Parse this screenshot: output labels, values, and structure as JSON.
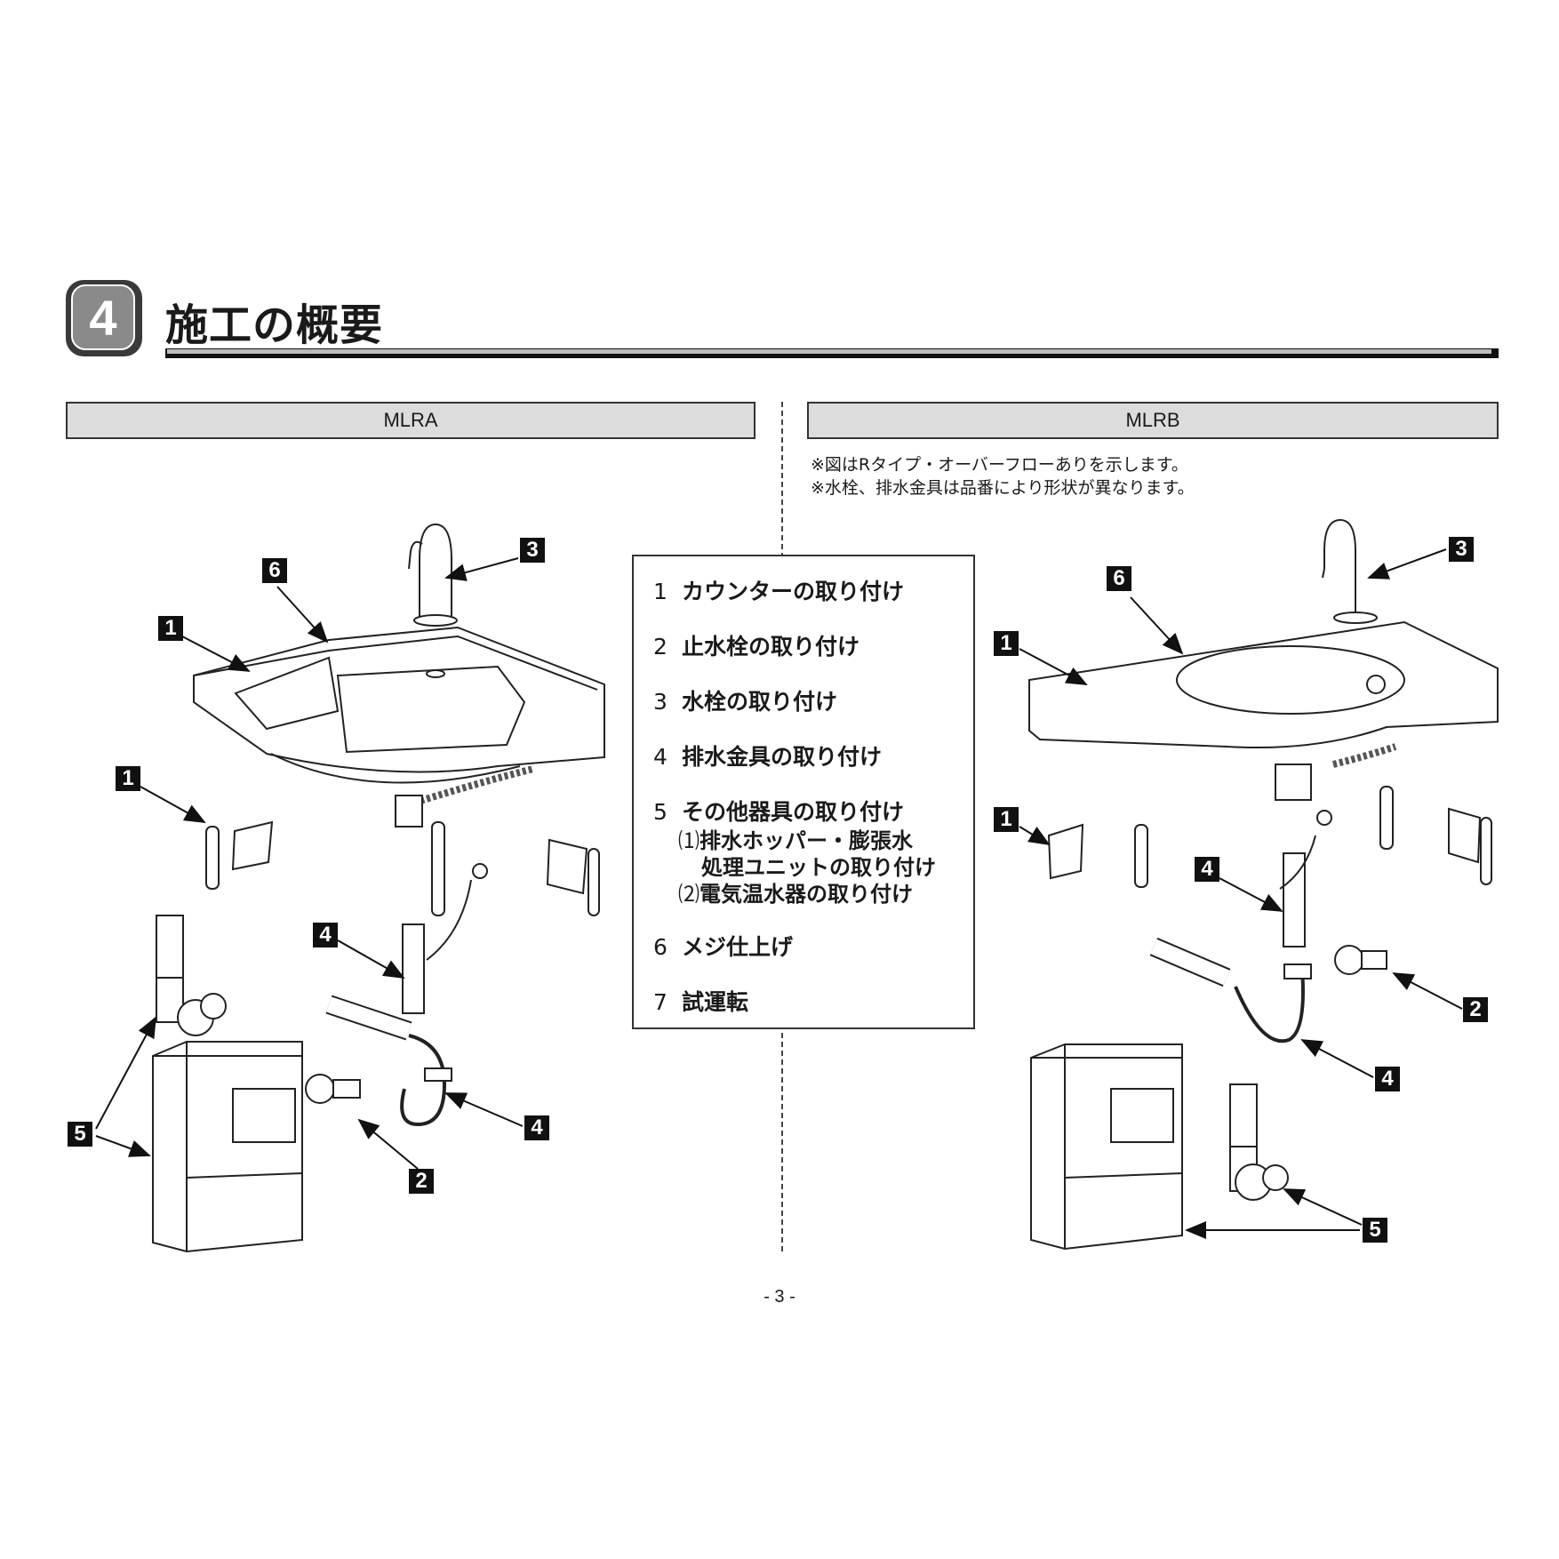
{
  "section": {
    "number": "4",
    "title": "施工の概要"
  },
  "models": {
    "left": "MLRA",
    "right": "MLRB"
  },
  "notes": [
    "※図はRタイプ・オーバーフローありを示します。",
    "※水栓、排水金具は品番により形状が異なります。"
  ],
  "steps": [
    {
      "num": "1",
      "label": "カウンターの取り付け"
    },
    {
      "num": "2",
      "label": "止水栓の取り付け"
    },
    {
      "num": "3",
      "label": "水栓の取り付け"
    },
    {
      "num": "4",
      "label": "排水金具の取り付け"
    },
    {
      "num": "5",
      "label": "その他器具の取り付け"
    },
    {
      "num": "6",
      "label": "メジ仕上げ"
    },
    {
      "num": "7",
      "label": "試運転"
    }
  ],
  "substeps": [
    {
      "mark": "⑴",
      "line1": "排水ホッパー・膨張水",
      "line2": "処理ユニットの取り付け"
    },
    {
      "mark": "⑵",
      "line1": "電気温水器の取り付け"
    }
  ],
  "callouts_left": [
    "6",
    "1",
    "3",
    "1",
    "4",
    "5",
    "4",
    "2"
  ],
  "callouts_right": [
    "6",
    "3",
    "1",
    "1",
    "4",
    "2",
    "4",
    "5"
  ],
  "page_number": "- 3 -"
}
